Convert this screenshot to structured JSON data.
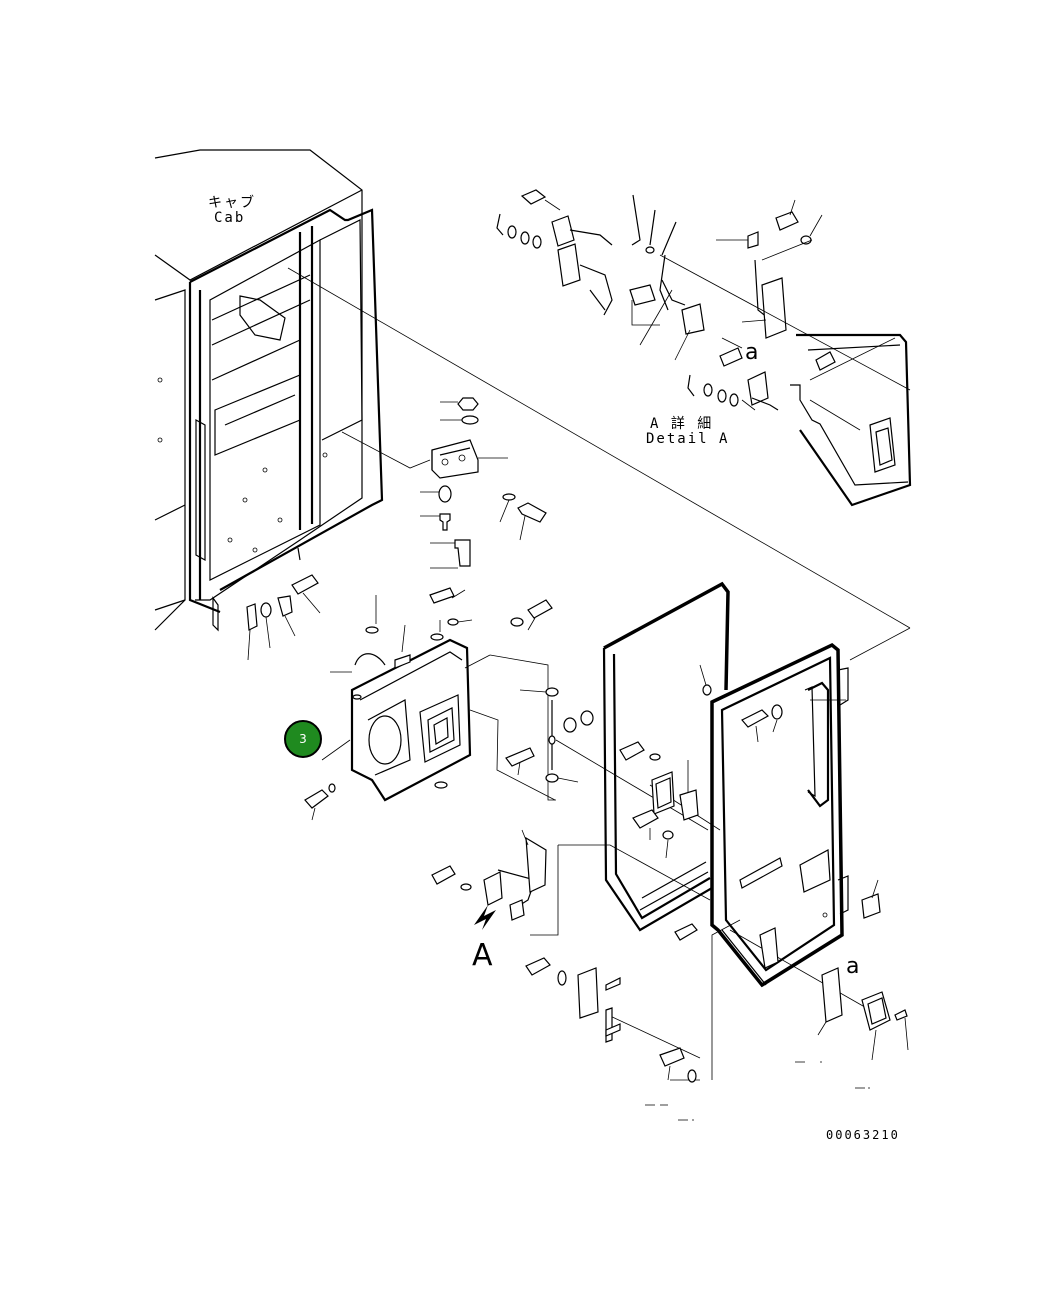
{
  "labels": {
    "cab_jp": "キャブ",
    "cab_en": "Cab",
    "detail_jp": "A 詳 細",
    "detail_en": "Detail A",
    "view_arrow_label": "A",
    "ref_a_upper": "a",
    "ref_a_lower": "a",
    "drawing_number": "00063210"
  },
  "callouts": [
    {
      "number": "3"
    }
  ],
  "colors": {
    "callout_fill": "#1f8a1f",
    "line": "#000000",
    "background": "#ffffff"
  }
}
